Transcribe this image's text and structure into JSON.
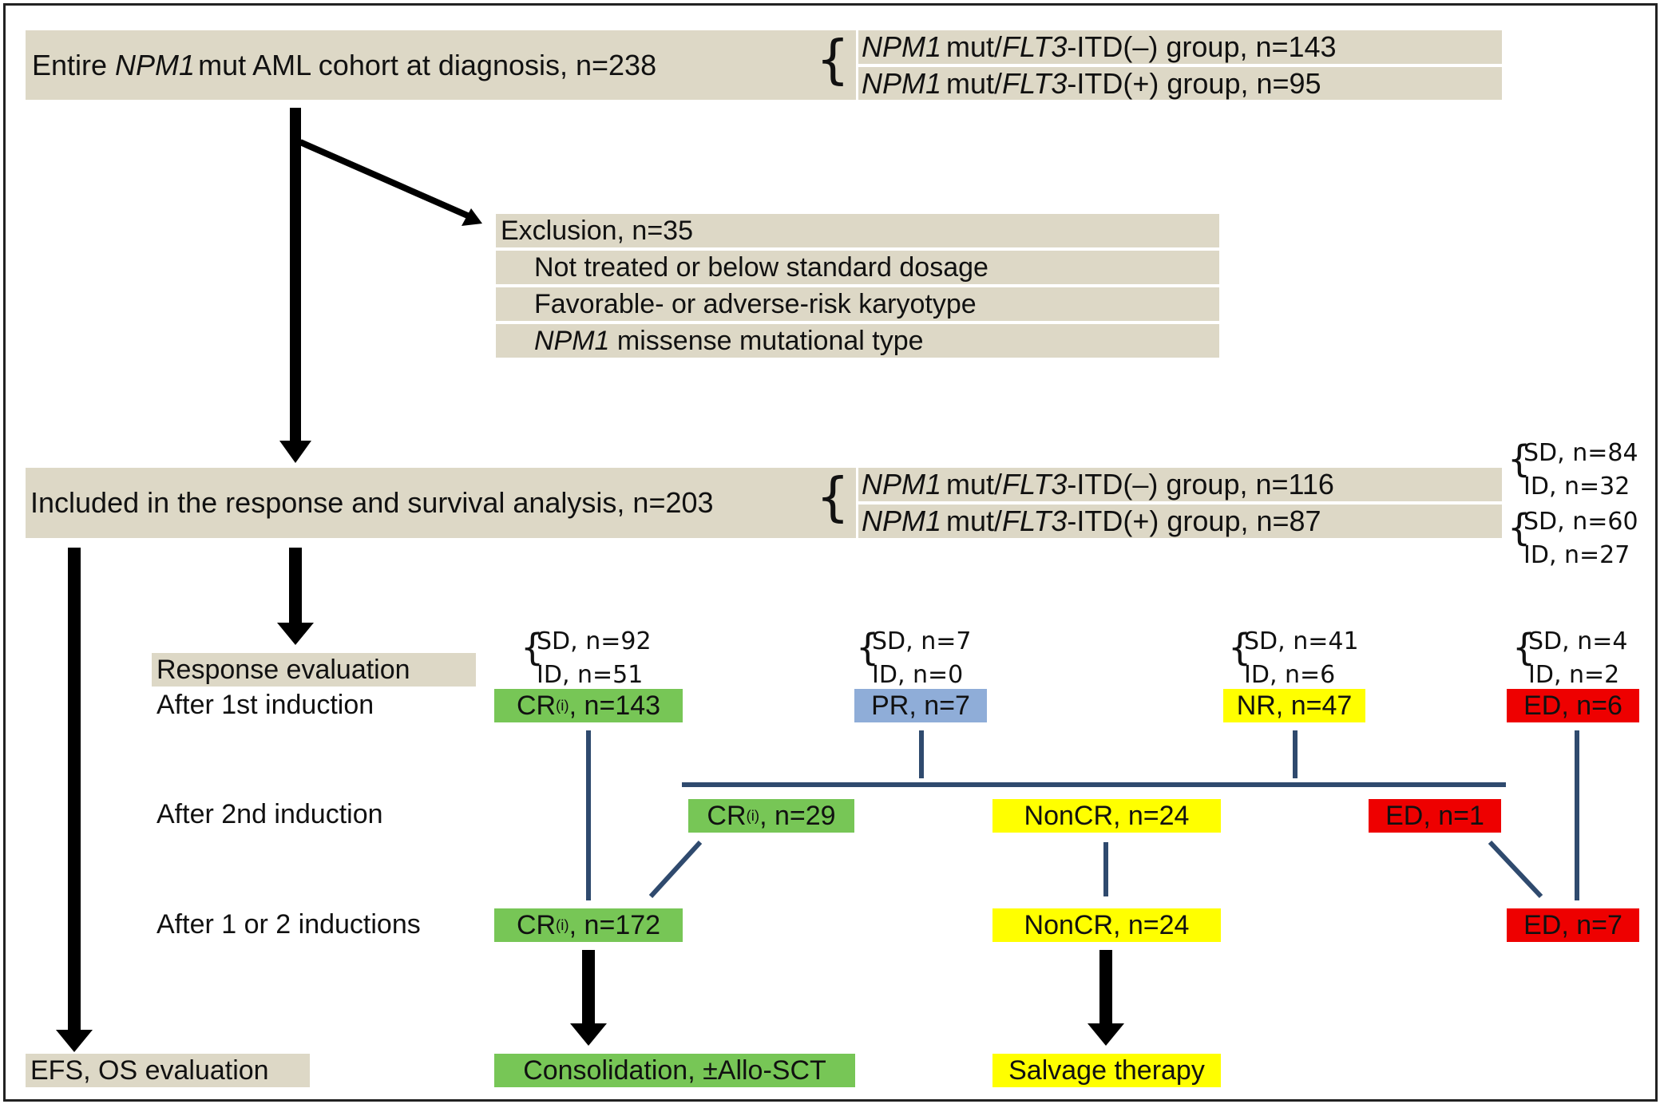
{
  "top": {
    "main_prefix": "Entire ",
    "main_gene": "NPM1",
    "main_suffix": "mut AML cohort at diagnosis, n=238",
    "group1": {
      "gene": "NPM1",
      "mid": "mut/",
      "gene2": "FLT3",
      "suffix": "-ITD(–) group, n=143"
    },
    "group2": {
      "gene": "NPM1",
      "mid": "mut/",
      "gene2": "FLT3",
      "suffix": "-ITD(+) group, n=95"
    }
  },
  "exclusion": {
    "title": "Exclusion, n=35",
    "item1": "Not treated or below standard dosage",
    "item2": "Favorable- or adverse-risk karyotype",
    "item3_gene": "NPM1",
    "item3_rest": " missense mutational type"
  },
  "included": {
    "main": "Included in the response and survival analysis, n=203",
    "group1": {
      "gene": "NPM1",
      "mid": "mut/",
      "gene2": "FLT3",
      "suffix": "-ITD(–) group, n=116"
    },
    "group2": {
      "gene": "NPM1",
      "mid": "mut/",
      "gene2": "FLT3",
      "suffix": "-ITD(+) group, n=87"
    },
    "g1_sd": "SD, n=84",
    "g1_id": "ID, n=32",
    "g2_sd": "SD, n=60",
    "g2_id": "ID, n=27"
  },
  "stages": {
    "response_eval": "Response evaluation",
    "after1": "After 1st induction",
    "after2": "After 2nd induction",
    "after12": "After 1 or 2 inductions",
    "efs": "EFS, OS evaluation"
  },
  "first": {
    "cr": {
      "prefix": "CR",
      "sub": "(i)",
      "suffix": ", n=143",
      "sd": "SD, n=92",
      "id": "ID, n=51"
    },
    "pr": {
      "label": "PR, n=7",
      "sd": "SD, n=7",
      "id": "ID, n=0"
    },
    "nr": {
      "label": "NR, n=47",
      "sd": "SD, n=41",
      "id": "ID, n=6"
    },
    "ed": {
      "label": "ED, n=6",
      "sd": "SD, n=4",
      "id": "ID, n=2"
    }
  },
  "second": {
    "cr": {
      "prefix": "CR",
      "sub": "(i)",
      "suffix": ", n=29"
    },
    "noncr": "NonCR, n=24",
    "ed": "ED, n=1"
  },
  "third": {
    "cr": {
      "prefix": "CR",
      "sub": "(i)",
      "suffix": ", n=172"
    },
    "noncr": "NonCR, n=24",
    "ed": "ED, n=7"
  },
  "final": {
    "consolidation": "Consolidation, ±Allo-SCT",
    "salvage": "Salvage therapy"
  },
  "colors": {
    "tan": "#ddd8c6",
    "green": "#77c656",
    "blue": "#8fadd8",
    "yellow": "#ffff00",
    "red": "#ee0000",
    "connector": "#2f4a6e"
  }
}
